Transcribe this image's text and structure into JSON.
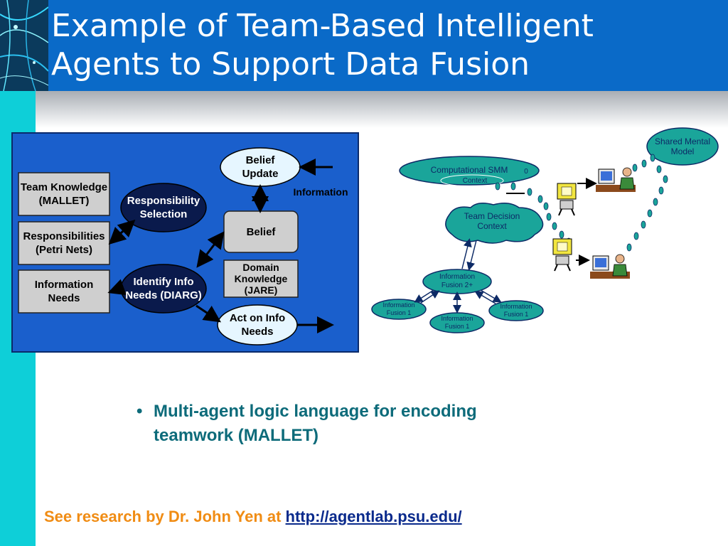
{
  "slide": {
    "title_line1": "Example of Team-Based Intelligent",
    "title_line2": "Agents to Support Data Fusion"
  },
  "left_diagram": {
    "team_knowledge": "Team Knowledge (MALLET)",
    "responsibilities": "Responsibilities (Petri Nets)",
    "information_needs": "Information Needs",
    "responsibility_selection": "Responsibility Selection",
    "identify_info_needs": "Identify Info Needs (DIARG)",
    "belief_update": "Belief Update",
    "belief": "Belief",
    "domain_knowledge": "Domain Knowledge (JARE)",
    "act_on_info_needs": "Act on Info Needs",
    "information": "Information"
  },
  "right_diagram": {
    "shared_mental_model": "Shared Mental Model",
    "computational_smm": "Computational SMM",
    "context": "Context",
    "team_decision_context": "Team Decision Context",
    "info_fusion_2": "Information Fusion 2+",
    "info_fusion_1a": "Information Fusion 1",
    "info_fusion_1b": "Information Fusion 1",
    "info_fusion_1c": "Information Fusion 1",
    "zero_mark": "0"
  },
  "bullets": [
    "Multi-agent logic language for encoding teamwork (MALLET)"
  ],
  "footer": {
    "prefix": "See research by Dr. John Yen at ",
    "link": "http://agentlab.psu.edu/"
  },
  "colors": {
    "header_blue": "#0a6ac8",
    "sidebar_cyan": "#0ecfd8",
    "diagram_blue": "#1a5fcc",
    "bubble_teal": "#1aa59a",
    "footer_orange": "#f08c14",
    "bullet_teal": "#0d6b7a"
  }
}
